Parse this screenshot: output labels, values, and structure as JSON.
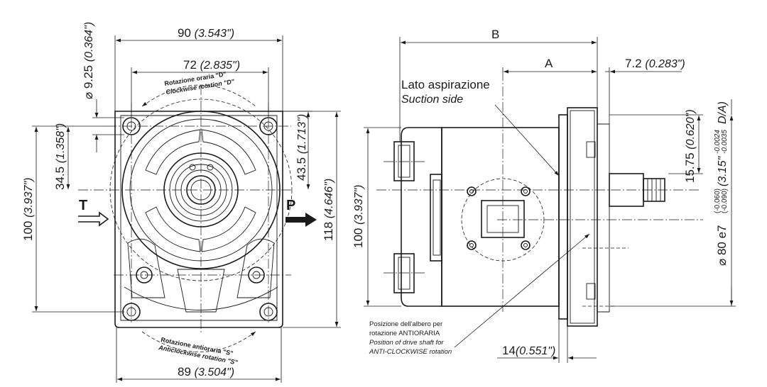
{
  "front_view": {
    "dim_top_width": {
      "value": "90",
      "inch": "(3.543\")"
    },
    "dim_hole_spacing": {
      "value": "72",
      "inch": "(2.835\")"
    },
    "dim_bottom_width": {
      "value": "89",
      "inch": "(3.504\")"
    },
    "dim_hole_dia": {
      "value": "⌀ 9.25",
      "inch": "(0.364\")"
    },
    "dim_left_offset": {
      "value": "34.5",
      "inch": "(1.358\")"
    },
    "dim_height_left": {
      "value": "100",
      "inch": "(3.937\")"
    },
    "dim_right_offset": {
      "value": "43.5",
      "inch": "(1.713\")"
    },
    "dim_height_right": {
      "value": "118",
      "inch": "(4.646\")"
    },
    "rotation_cw": {
      "it": "Rotazione oraria \"D\"",
      "en": "Clockwise rotation \"D\""
    },
    "rotation_ccw": {
      "it": "Rotazione antioraria \"S\"",
      "en": "Anticlockwise rotation \"S\""
    },
    "port_t": "T",
    "port_p": "P"
  },
  "side_view": {
    "dim_b": "B",
    "dim_a": "A",
    "dim_flange": {
      "value": "7.2",
      "inch": "(0.283\")"
    },
    "dim_height": {
      "value": "100",
      "inch": "(3.937\")"
    },
    "suction_it": "Lato aspirazione",
    "suction_en": "Suction side",
    "shaft_it_1": "Posizione dell'albero per",
    "shaft_it_2": "rotazione ANTIORARIA",
    "shaft_en_1": "Position of drive shaft for",
    "shaft_en_2": "ANTI-CLOCKWISE rotation",
    "dim_bottom": {
      "value": "14",
      "inch": "(0.551\")"
    },
    "dim_shaft_len": {
      "value": "15.75",
      "inch": "(0.620\")"
    },
    "dim_shaft_dia": {
      "value": "⌀ 80 e7",
      "tol_up": "(-0.060)",
      "tol_low": "(-0.090)",
      "inch": "(3.15\"",
      "inch_up": "-0.0024",
      "inch_low": "-0.0035",
      "suffix": "D/A)"
    }
  }
}
